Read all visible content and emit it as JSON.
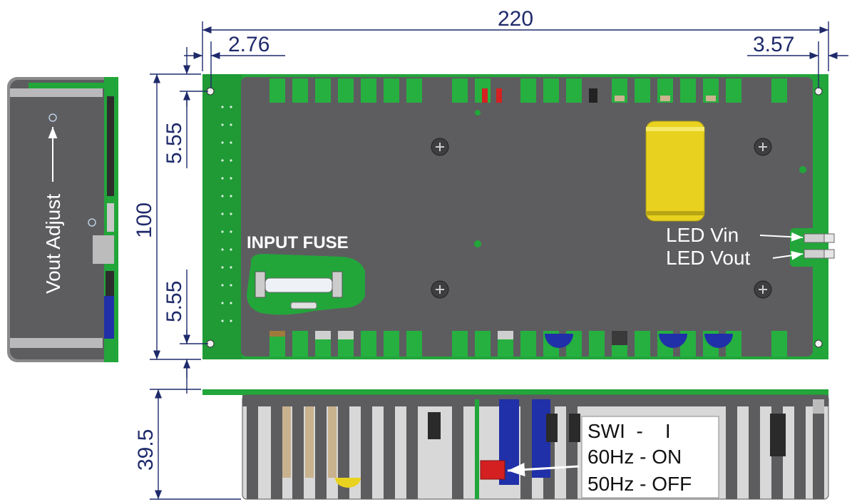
{
  "dimensions": {
    "width": "220",
    "left_margin": "2.76",
    "right_margin": "3.57",
    "height": "100",
    "top_offset": "5.55",
    "bottom_offset": "5.55",
    "depth": "39.5"
  },
  "labels": {
    "side_view": "Vout Adjust",
    "input_fuse": "INPUT FUSE",
    "led_vin": "LED Vin",
    "led_vout": "LED Vout"
  },
  "switch_box": {
    "line1": "SWI  -    I",
    "line2": "60Hz - ON",
    "line3": "50Hz - OFF"
  },
  "colors": {
    "pcb_green": "#22a63a",
    "case_gray": "#5d5d60",
    "dimension_blue": "#1f2a6b",
    "capacitor_yellow": "#e8d21f",
    "connector_red": "#d42020"
  }
}
